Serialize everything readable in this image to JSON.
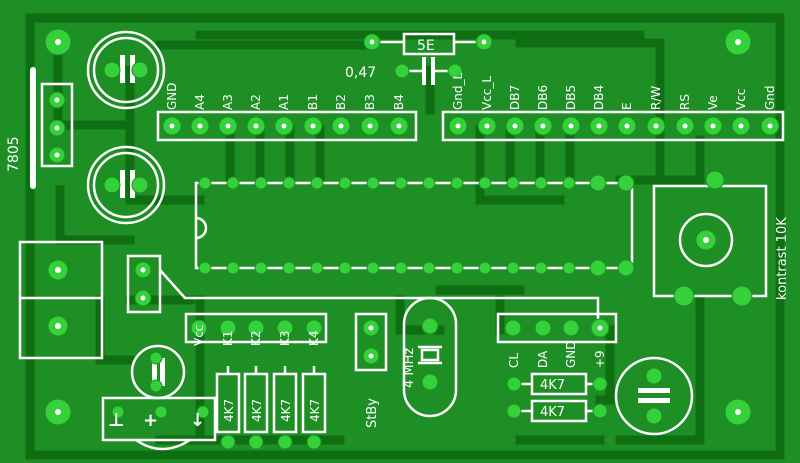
{
  "colors": {
    "board": "#1d8f24",
    "copper": "#0f6e12",
    "pad": "#34d13a",
    "silkscreen": "#ffffff"
  },
  "regulator": {
    "label": "7805"
  },
  "capacitor_top": {
    "label": "5E"
  },
  "capacitor_small": {
    "label": "0,47"
  },
  "header_a": {
    "pins": [
      "GND",
      "A4",
      "A3",
      "A2",
      "A1",
      "B1",
      "B2",
      "B3",
      "B4"
    ]
  },
  "header_lcd": {
    "pins": [
      "Gnd_L",
      "Vcc_L",
      "DB7",
      "DB6",
      "DB5",
      "DB4",
      "E",
      "R/W",
      "RS",
      "Ve",
      "Vcc",
      "Gnd"
    ]
  },
  "potentiometer": {
    "label": "kontrast 10K"
  },
  "keys_header": {
    "pins": [
      "Vcc",
      "K1",
      "K2",
      "K3",
      "K4"
    ]
  },
  "pullup_resistors": {
    "labels": [
      "4K7",
      "4K7",
      "4K7",
      "4K7"
    ]
  },
  "standby": {
    "label": "StBy"
  },
  "crystal": {
    "label": "4 MHz"
  },
  "bus_header": {
    "pins": [
      "CL",
      "DA",
      "GND",
      "+9"
    ]
  },
  "bus_resistors": {
    "labels": [
      "4K7",
      "4K7"
    ]
  },
  "power_connector": {
    "symbols": [
      "⊥",
      "+",
      "↓"
    ]
  }
}
